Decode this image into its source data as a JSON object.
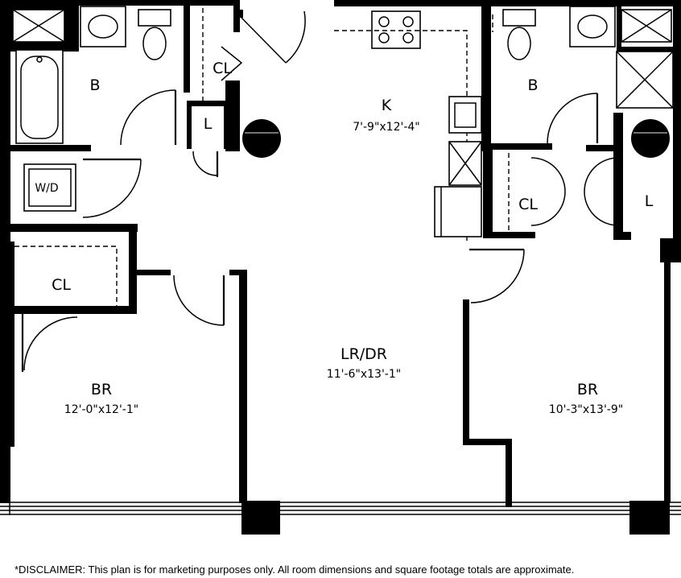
{
  "rooms": {
    "bath_left": {
      "name": "B"
    },
    "bath_right": {
      "name": "B"
    },
    "closet_hall": {
      "name": "CL"
    },
    "linen_left": {
      "name": "L"
    },
    "kitchen": {
      "name": "K",
      "dims": "7'-9\"x12'-4\""
    },
    "laundry": {
      "name": "W/D"
    },
    "closet_right": {
      "name": "CL"
    },
    "linen_right": {
      "name": "L"
    },
    "closet_left_br": {
      "name": "CL"
    },
    "living_dining": {
      "name": "LR/DR",
      "dims": "11'-6\"x13'-1\""
    },
    "bedroom_left": {
      "name": "BR",
      "dims": "12'-0\"x12'-1\""
    },
    "bedroom_right": {
      "name": "BR",
      "dims": "10'-3\"x13'-9\""
    }
  },
  "disclaimer": "*DISCLAIMER: This plan is for marketing purposes only. All room dimensions and square footage totals are approximate."
}
